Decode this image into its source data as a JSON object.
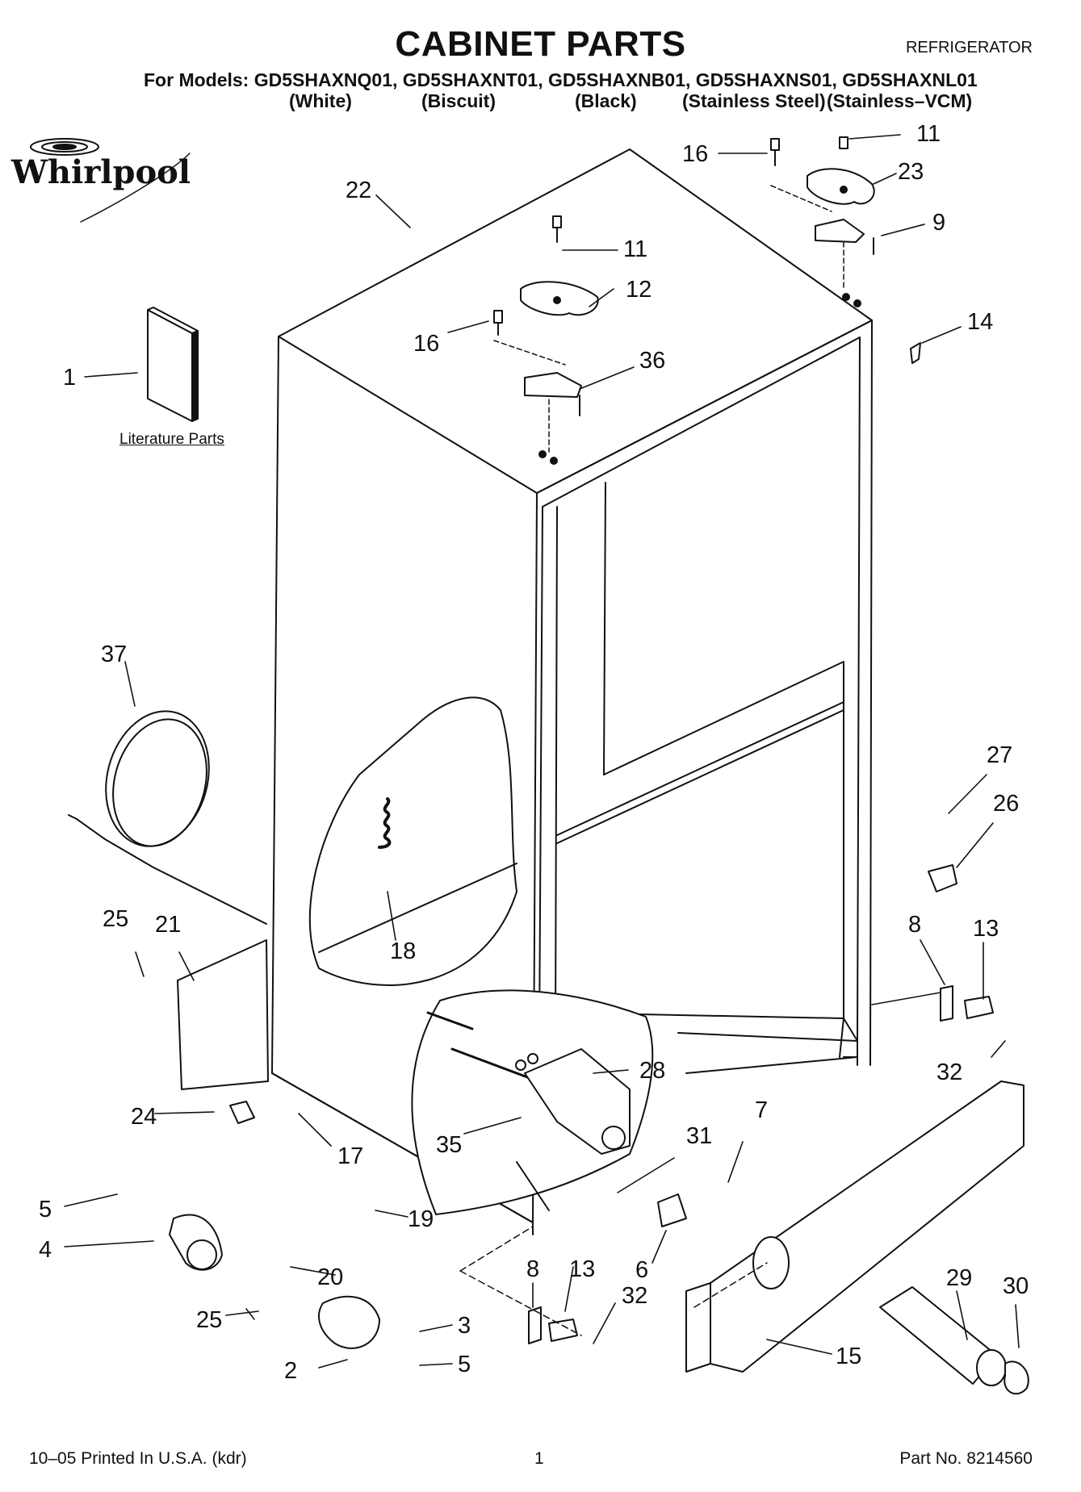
{
  "header": {
    "title": "CABINET PARTS",
    "category": "REFRIGERATOR",
    "models_line": "For Models: GD5SHAXNQ01, GD5SHAXNT01, GD5SHAXNB01, GD5SHAXNS01, GD5SHAXNL01",
    "variants": [
      "(White)",
      "(Biscuit)",
      "(Black)",
      "(Stainless Steel)",
      "(Stainless–VCM)"
    ]
  },
  "brand": {
    "name": "Whirlpool",
    "logo_icon": "whirlpool-swirl-icon"
  },
  "literature_label": "Literature Parts",
  "callouts": [
    "1",
    "2",
    "3",
    "4",
    "5",
    "5",
    "6",
    "7",
    "8",
    "8",
    "9",
    "11",
    "11",
    "12",
    "13",
    "13",
    "14",
    "15",
    "16",
    "16",
    "17",
    "18",
    "19",
    "20",
    "21",
    "22",
    "23",
    "24",
    "25",
    "25",
    "26",
    "27",
    "28",
    "29",
    "30",
    "31",
    "32",
    "32",
    "35",
    "36",
    "37"
  ],
  "footer": {
    "left": "10–05 Printed In U.S.A. (kdr)",
    "center": "1",
    "right": "Part No. 8214560"
  },
  "colors": {
    "ink": "#111111",
    "background": "#ffffff"
  }
}
